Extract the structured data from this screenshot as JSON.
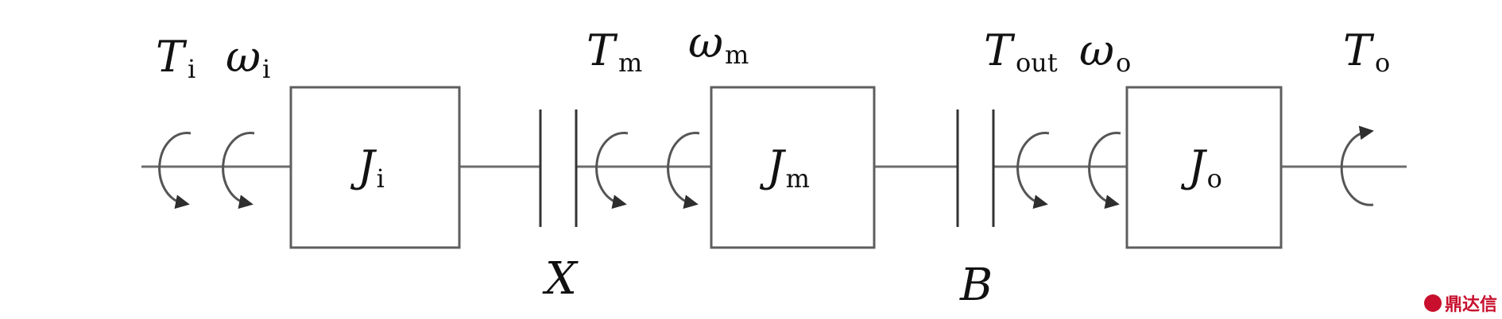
{
  "diagram": {
    "labels": {
      "ti": {
        "main": "T",
        "sub": "i"
      },
      "wi": {
        "main": "ω",
        "sub": "i"
      },
      "tm": {
        "main": "T",
        "sub": "m"
      },
      "wm": {
        "main": "ω",
        "sub": "m"
      },
      "tout": {
        "main": "T",
        "sub": "out"
      },
      "wo": {
        "main": "ω",
        "sub": "o"
      },
      "to": {
        "main": "T",
        "sub": "o"
      },
      "ji": {
        "main": "J",
        "sub": "i"
      },
      "jm": {
        "main": "J",
        "sub": "m"
      },
      "jo": {
        "main": "J",
        "sub": "o"
      },
      "x": "X",
      "b": "B"
    }
  },
  "watermark": {
    "text": "鼎达信",
    "color": "#c8102e"
  }
}
